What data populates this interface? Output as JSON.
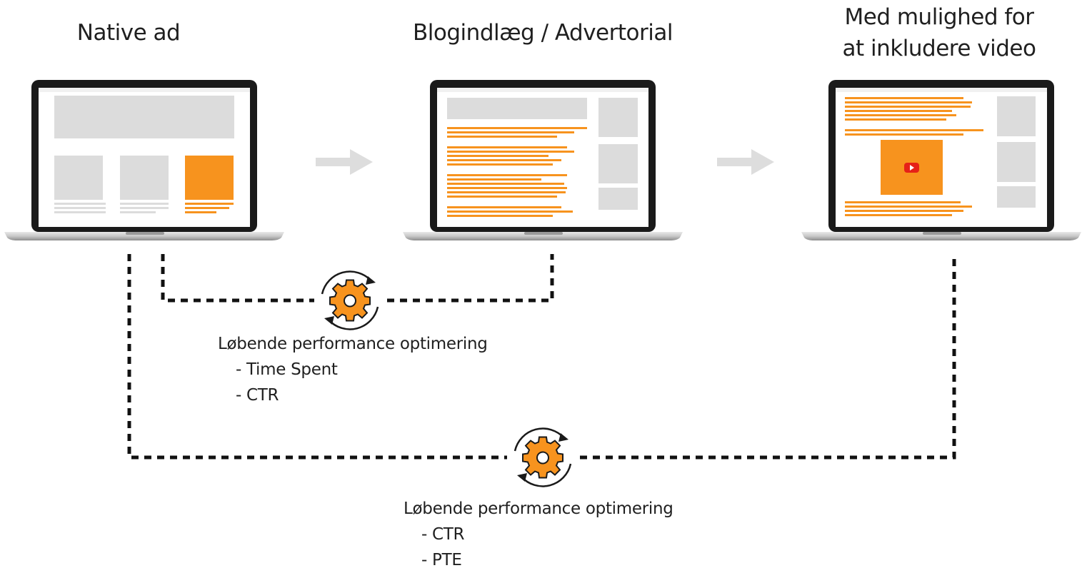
{
  "stages": [
    {
      "title": "Native ad"
    },
    {
      "title": "Blogindlæg / Advertorial"
    },
    {
      "title_line1": "Med mulighed for",
      "title_line2": "at inkludere video"
    }
  ],
  "loops": [
    {
      "caption": "Løbende performance optimering",
      "items": [
        "Time Spent",
        "CTR"
      ]
    },
    {
      "caption": "Løbende performance optimering",
      "items": [
        "CTR",
        "PTE"
      ]
    }
  ],
  "icons": {
    "flow_arrow": "right-arrow-icon",
    "optimization": "gear-cycle-icon",
    "video": "play-icon"
  },
  "colors": {
    "accent": "#F7931E",
    "placeholder": "#DCDCDC",
    "laptop_frame": "#1A1A1A",
    "arrow": "#DDDDDD",
    "dashed_line": "#111111",
    "play_button": "#E62117"
  }
}
